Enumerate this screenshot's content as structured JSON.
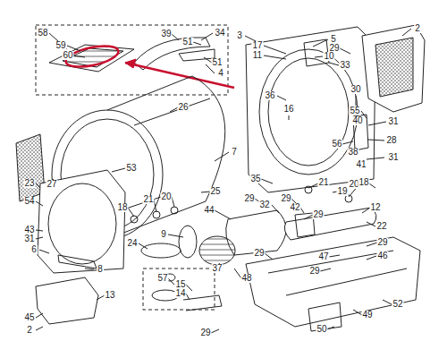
{
  "diagram": {
    "labels": [
      "58",
      "59",
      "60",
      "39",
      "51",
      "34",
      "51",
      "4",
      "3",
      "17",
      "11",
      "5",
      "29",
      "10",
      "33",
      "2",
      "30",
      "36",
      "16",
      "55",
      "40",
      "31",
      "28",
      "56",
      "38",
      "41",
      "31",
      "26",
      "7",
      "23",
      "27",
      "53",
      "54",
      "25",
      "35",
      "21",
      "19",
      "20",
      "18",
      "29",
      "32",
      "29",
      "42",
      "12",
      "22",
      "44",
      "29",
      "18",
      "21",
      "20",
      "9",
      "24",
      "43",
      "31",
      "6",
      "8",
      "29",
      "47",
      "46",
      "29",
      "29",
      "37",
      "48",
      "57",
      "13",
      "15",
      "14",
      "52",
      "49",
      "45",
      "2",
      "50",
      "29"
    ]
  }
}
